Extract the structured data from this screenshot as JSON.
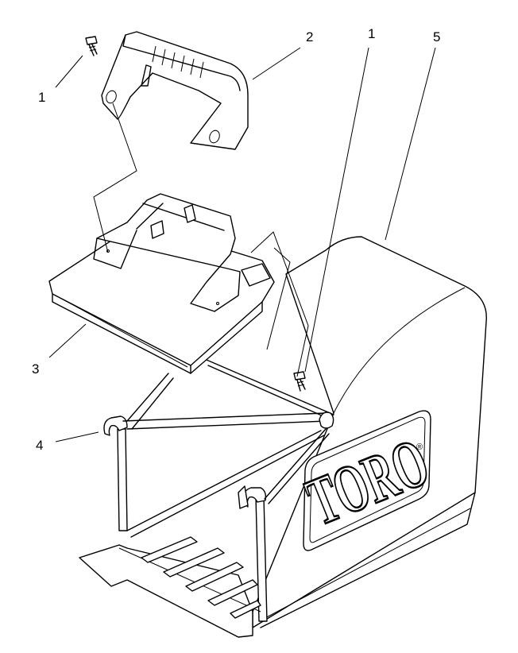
{
  "callouts": {
    "c1_left": "1",
    "c2": "2",
    "c1_right": "1",
    "c5": "5",
    "c3": "3",
    "c4": "4"
  },
  "logo": {
    "brand": "TORO",
    "mark": "®"
  }
}
